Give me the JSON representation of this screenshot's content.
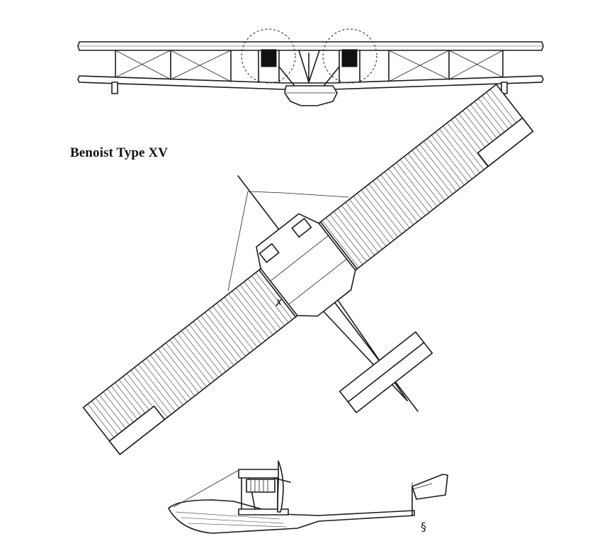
{
  "drawing": {
    "title": "Benoist Type XV",
    "views": [
      "front-view",
      "plan-view",
      "side-view"
    ]
  }
}
